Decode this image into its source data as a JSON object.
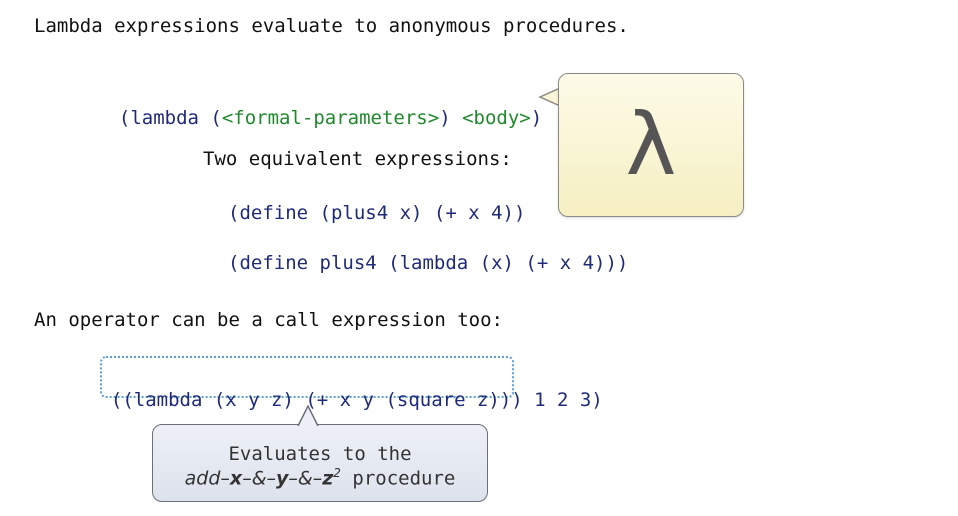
{
  "slide": {
    "heading1": "Lambda expressions evaluate to anonymous procedures.",
    "syntax": {
      "open": "(lambda (",
      "params": "<formal-parameters>",
      "mid": ") ",
      "body": "<body>",
      "close": ")"
    },
    "equiv_label": "Two equivalent expressions:",
    "equiv_expr1": "(define (plus4 x) (+ x 4))",
    "equiv_expr2": "(define plus4 (lambda (x) (+ x 4)))",
    "heading2": "An operator can be a call expression too:",
    "call_expr": {
      "outer_open": "(",
      "operator": "(lambda (x y z) (+ x y (square z)))",
      "operands": " 1 2 3)"
    },
    "lambda_symbol": "λ",
    "callout": {
      "line1": "Evaluates to the",
      "name_add": "add",
      "name_x": "x",
      "name_amp1": "&",
      "name_y": "y",
      "name_amp2": "&",
      "name_z": "z",
      "name_sup": "2",
      "word_procedure": " procedure"
    }
  },
  "colors": {
    "code": "#1f2a7a",
    "placeholder": "#1f8a2c",
    "lambda_bg": "#f6efc2",
    "callout_bg": "#dde2ec",
    "dotted_border": "#5aa0d6"
  }
}
